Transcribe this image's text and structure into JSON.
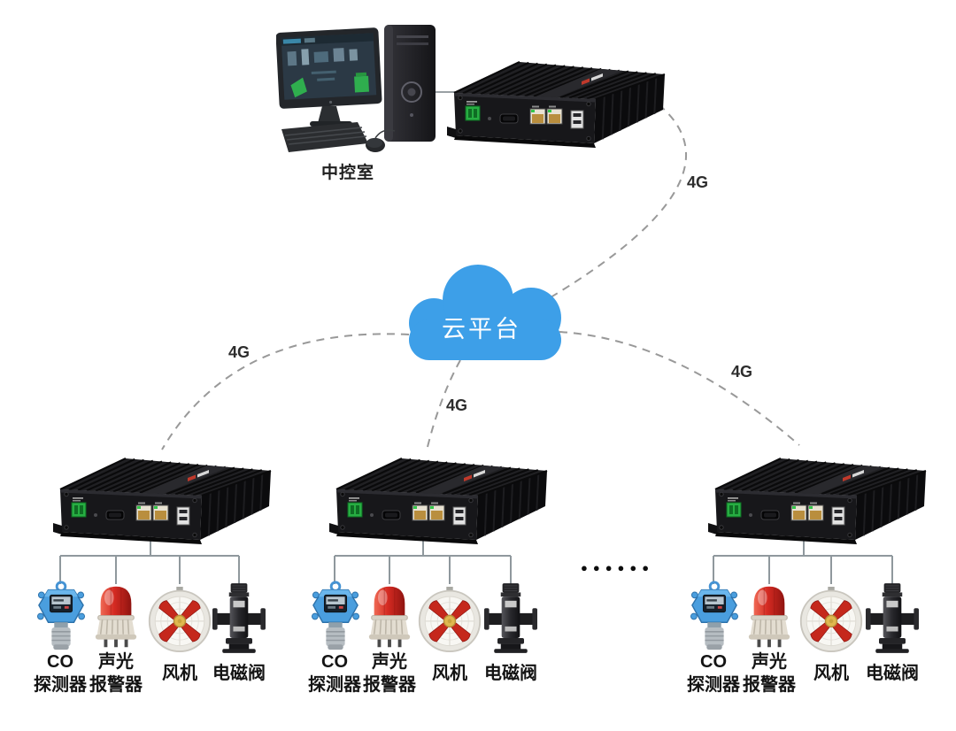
{
  "control_room": {
    "label": "中控室"
  },
  "cloud": {
    "label": "云平台"
  },
  "links": {
    "control_room": "4G",
    "site_1": "4G",
    "site_2": "4G",
    "site_3": "4G"
  },
  "more_sites": "●●●●●●",
  "site_groups": [
    {
      "devices": [
        {
          "name": "co-detector",
          "line1": "CO",
          "line2": "探测器"
        },
        {
          "name": "sound-light-alarm",
          "line1": "声光",
          "line2": "报警器"
        },
        {
          "name": "fan",
          "line1": "风机",
          "line2": ""
        },
        {
          "name": "solenoid-valve",
          "line1": "电磁阀",
          "line2": ""
        }
      ]
    },
    {
      "devices": [
        {
          "name": "co-detector",
          "line1": "CO",
          "line2": "探测器"
        },
        {
          "name": "sound-light-alarm",
          "line1": "声光",
          "line2": "报警器"
        },
        {
          "name": "fan",
          "line1": "风机",
          "line2": ""
        },
        {
          "name": "solenoid-valve",
          "line1": "电磁阀",
          "line2": ""
        }
      ]
    },
    {
      "devices": [
        {
          "name": "co-detector",
          "line1": "CO",
          "line2": "探测器"
        },
        {
          "name": "sound-light-alarm",
          "line1": "声光",
          "line2": "报警器"
        },
        {
          "name": "fan",
          "line1": "风机",
          "line2": ""
        },
        {
          "name": "solenoid-valve",
          "line1": "电磁阀",
          "line2": ""
        }
      ]
    }
  ],
  "colors": {
    "cloud_blue": "#3D9FE8",
    "alarm_red": "#D42A22",
    "fan_blade_red": "#C5281C",
    "detector_blue": "#4A9EDE",
    "connector_gray": "#999999",
    "tree_line_gray": "#8F989D"
  }
}
